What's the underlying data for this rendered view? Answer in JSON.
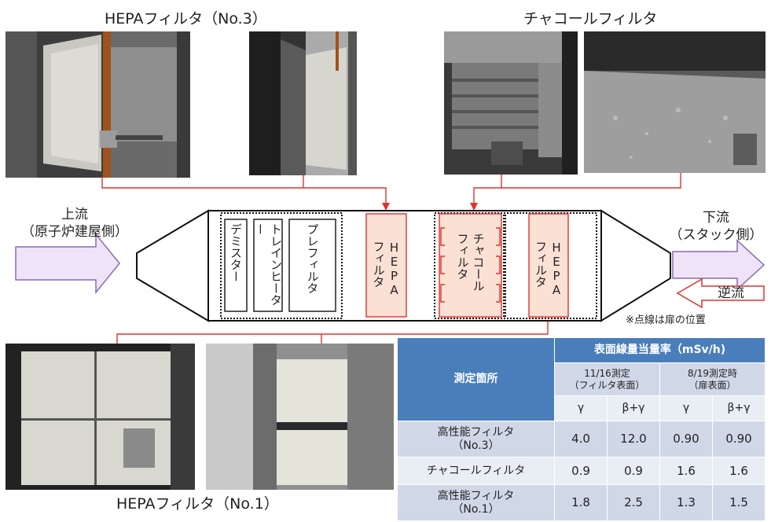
{
  "captions": {
    "hepa_no3": "HEPAフィルタ（No.3）",
    "charcoal": "チャコールフィルタ",
    "hepa_no1": "HEPAフィルタ（No.1）"
  },
  "flow": {
    "upstream_title": "上流",
    "upstream_sub": "（原子炉建屋側）",
    "downstream_title": "下流",
    "downstream_sub": "（スタック側）",
    "backflow": "逆流",
    "note": "※点線は扉の位置"
  },
  "stages": {
    "demister": "デミスター",
    "train_heater": "トレインヒーター",
    "prefilter": "プレフィルタ",
    "hepa1": "HEPA\nフィルタ",
    "charcoal": "チャコール\nフィルタ",
    "hepa2": "HEPA\nフィルタ"
  },
  "table": {
    "corner": "測定箇所",
    "group_header": "表面線量当量率（mSv/h)",
    "col_group_1": "11/16測定\n（フィルタ表面）",
    "col_group_2": "8/19測定時\n（扉表面）",
    "sub_headers": [
      "γ",
      "β+γ",
      "γ",
      "β+γ"
    ],
    "rows": [
      {
        "label": "高性能フィルタ\n（No.3）",
        "values": [
          "4.0",
          "12.0",
          "0.90",
          "0.90"
        ]
      },
      {
        "label": "チャコールフィルタ",
        "values": [
          "0.9",
          "0.9",
          "1.6",
          "1.6"
        ]
      },
      {
        "label": "高性能フィルタ\n（No.1）",
        "values": [
          "1.8",
          "2.5",
          "1.3",
          "1.5"
        ]
      }
    ]
  },
  "colors": {
    "connector": "#e0322e",
    "filter_fill": "#fbe0d4",
    "filter_border": "#e0322e",
    "arrow_purple_fill": "#efe4f7",
    "arrow_purple_stroke": "#8a6ab0",
    "table_header": "#4a7ebb"
  }
}
